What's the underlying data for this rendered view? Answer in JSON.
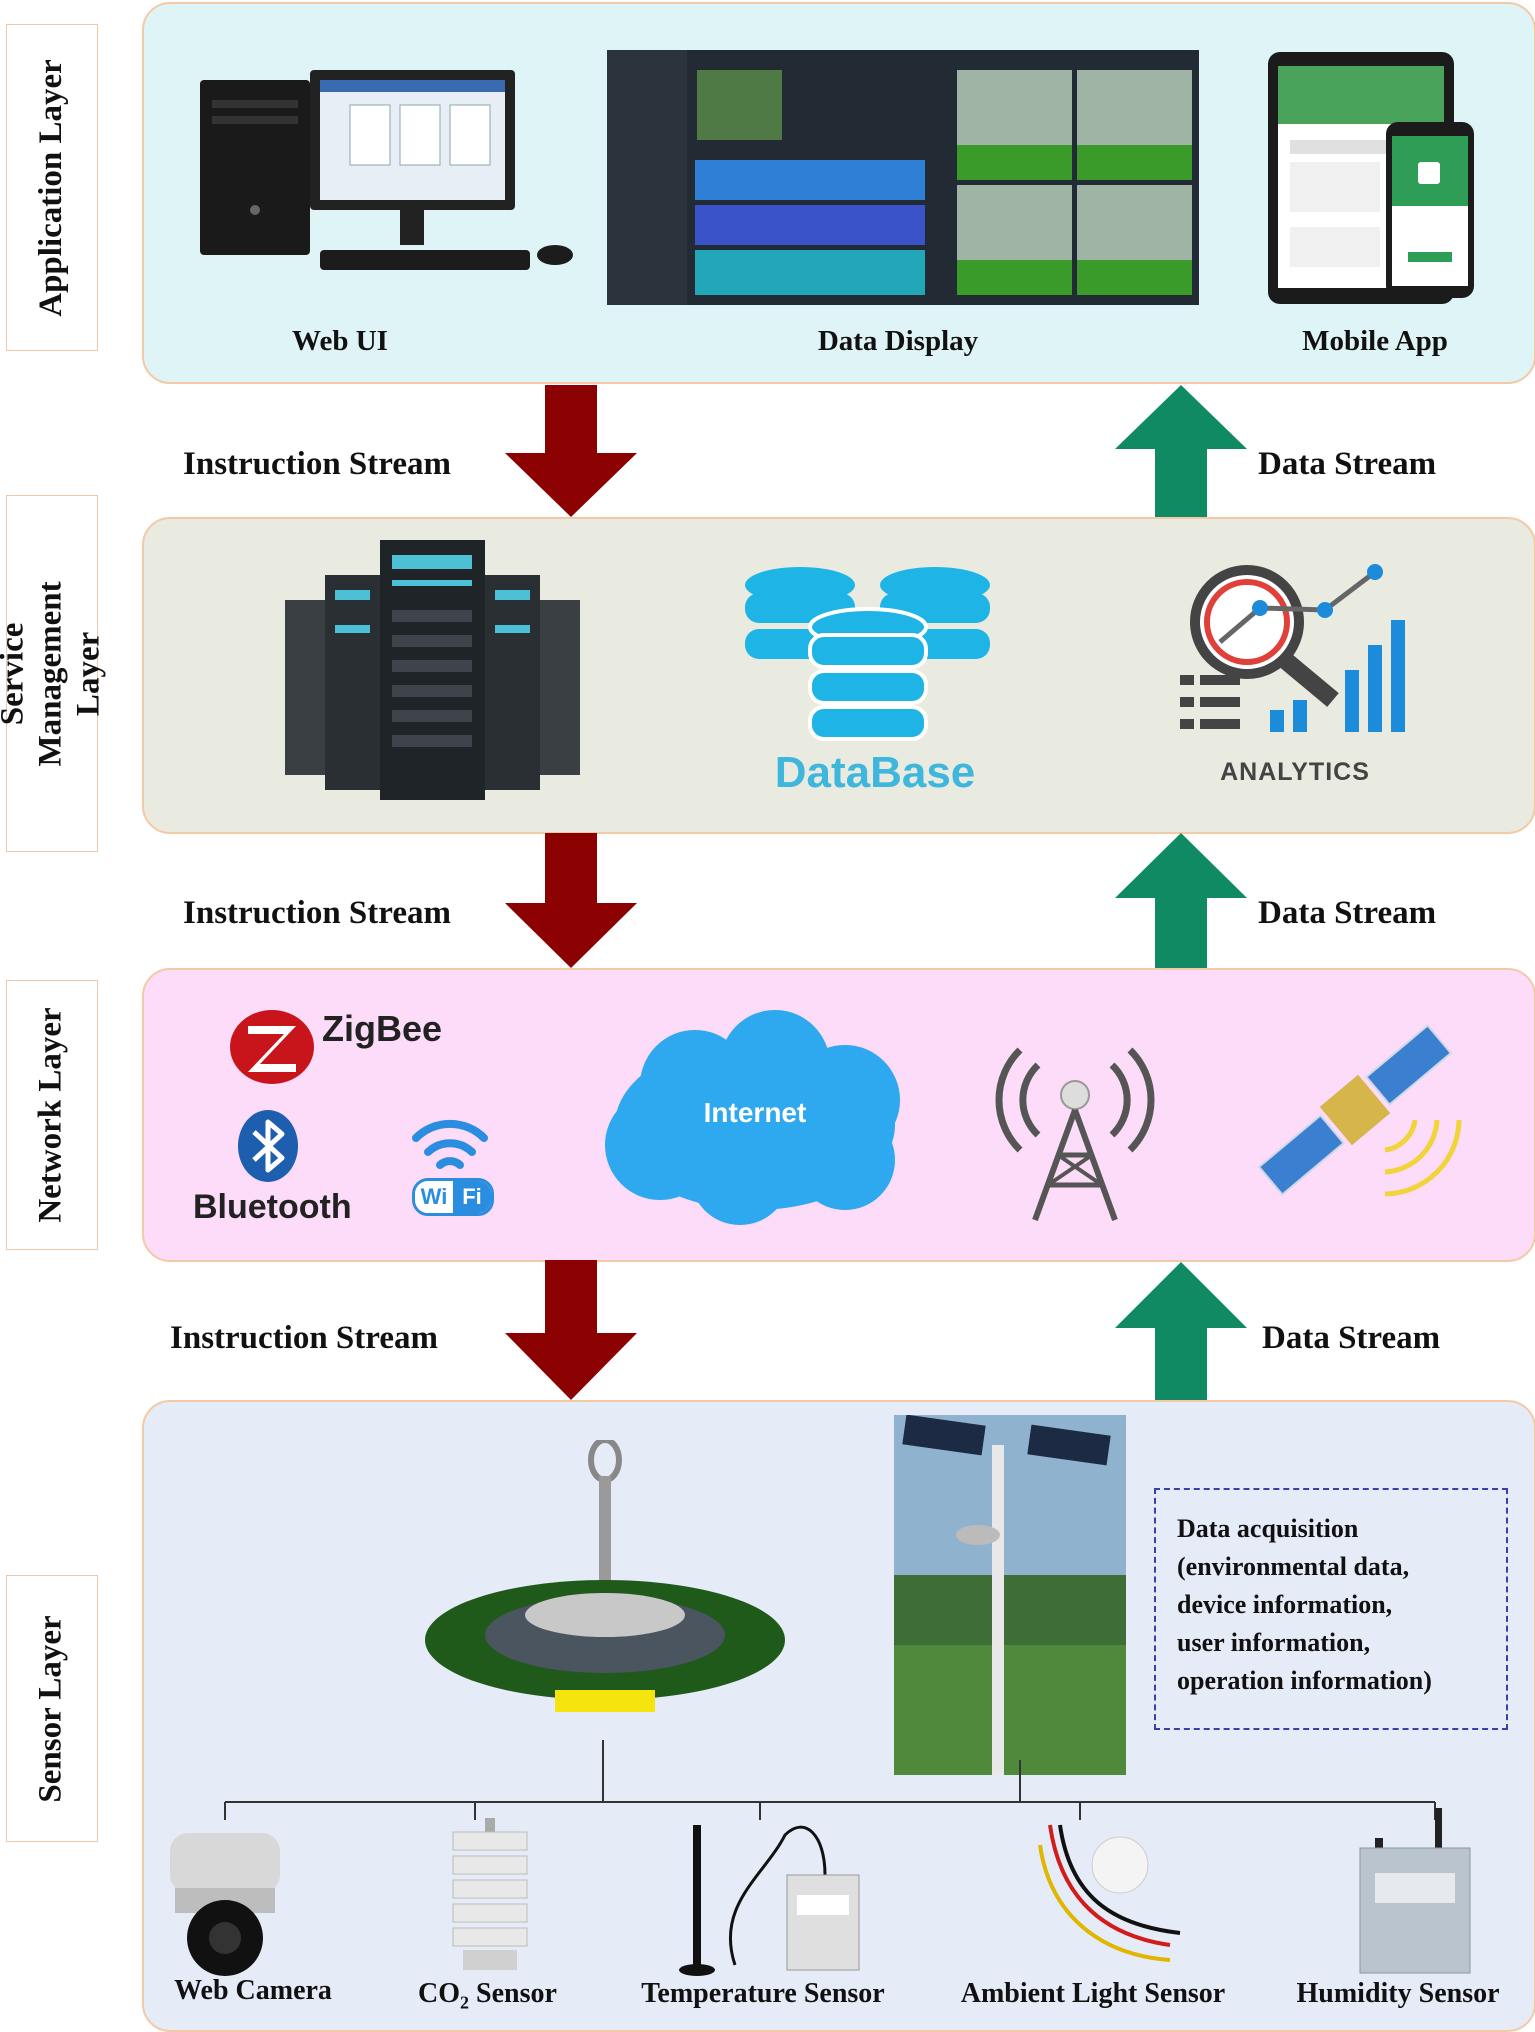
{
  "layers": {
    "application": "Application Layer",
    "service": "Service Management Layer",
    "network": "Network Layer",
    "sensor": "Sensor Layer"
  },
  "application": {
    "web_ui": "Web UI",
    "data_display": "Data Display",
    "mobile_app": "Mobile App"
  },
  "streams": {
    "instruction": "Instruction Stream",
    "data": "Data Stream"
  },
  "service": {
    "database": "DataBase",
    "analytics": "ANALYTICS"
  },
  "network": {
    "zigbee": "ZigBee",
    "bluetooth": "Bluetooth",
    "wifi": "Wi",
    "wifi_fi": "Fi",
    "internet": "Internet"
  },
  "sensor": {
    "acquisition_lines": [
      "Data acquisition",
      "(environmental data,",
      "device information,",
      "user information,",
      "operation information)"
    ],
    "devices": {
      "web_camera": "Web Camera",
      "co2_prefix": "CO",
      "co2_sub": "2",
      "co2_suffix": " Sensor",
      "temperature": "Temperature Sensor",
      "ambient_light": "Ambient Light Sensor",
      "humidity": "Humidity Sensor"
    }
  },
  "colors": {
    "instruction_arrow": "#8b0000",
    "data_arrow": "#0f8a63",
    "application_bg": "#dff4f6",
    "service_bg": "#e9ebe0",
    "network_bg": "#fcdcf8",
    "sensor_bg": "#e5ebf7",
    "database_blue": "#1fb4e6",
    "cloud_blue": "#2ea8ef"
  }
}
